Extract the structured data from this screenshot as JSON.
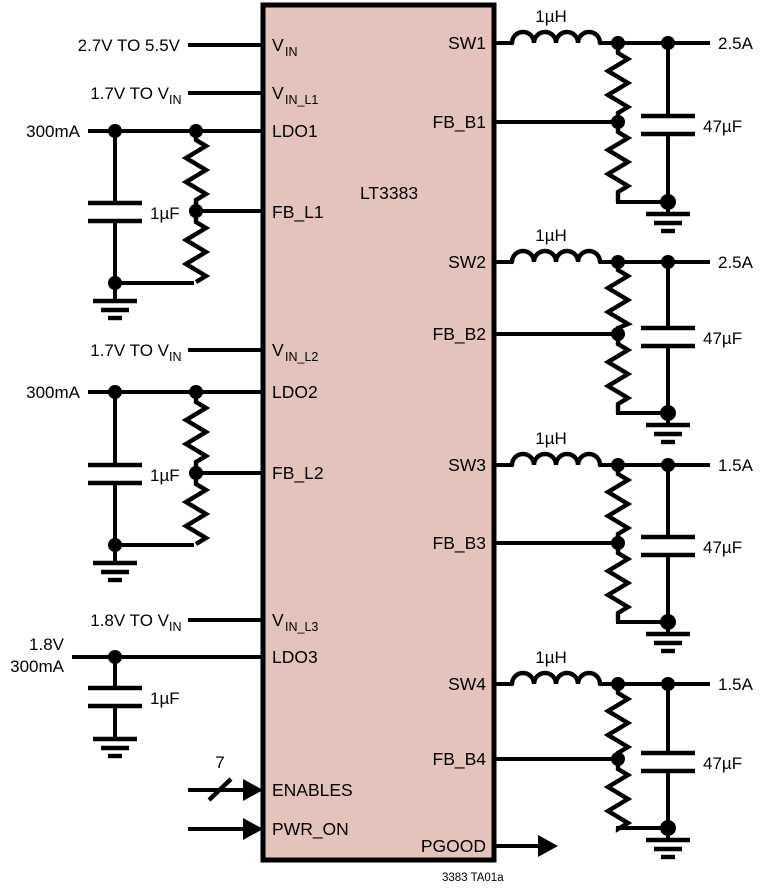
{
  "figure": {
    "caption": "3383 TA01a",
    "chip_label": "LT3383",
    "chip_fill": "#e3c3bb",
    "wire_color": "#000000",
    "background": "#ffffff"
  },
  "chip": {
    "left_pins": [
      {
        "id": "vin",
        "base": "V",
        "sub": "IN",
        "label": "VIN"
      },
      {
        "id": "vin_l1",
        "base": "V",
        "sub": "IN_L1",
        "label": "VIN_L1"
      },
      {
        "id": "ldo1",
        "base": "LDO1",
        "sub": "",
        "label": "LDO1"
      },
      {
        "id": "fb_l1",
        "base": "FB_L1",
        "sub": "",
        "label": "FB_L1"
      },
      {
        "id": "vin_l2",
        "base": "V",
        "sub": "IN_L2",
        "label": "VIN_L2"
      },
      {
        "id": "ldo2",
        "base": "LDO2",
        "sub": "",
        "label": "LDO2"
      },
      {
        "id": "fb_l2",
        "base": "FB_L2",
        "sub": "",
        "label": "FB_L2"
      },
      {
        "id": "vin_l3",
        "base": "V",
        "sub": "IN_L3",
        "label": "VIN_L3"
      },
      {
        "id": "ldo3",
        "base": "LDO3",
        "sub": "",
        "label": "LDO3"
      },
      {
        "id": "enables",
        "base": "ENABLES",
        "sub": "",
        "label": "ENABLES"
      },
      {
        "id": "pwr_on",
        "base": "PWR_ON",
        "sub": "",
        "label": "PWR_ON"
      }
    ],
    "right_pins": [
      {
        "id": "sw1",
        "label": "SW1"
      },
      {
        "id": "fb_b1",
        "label": "FB_B1"
      },
      {
        "id": "sw2",
        "label": "SW2"
      },
      {
        "id": "fb_b2",
        "label": "FB_B2"
      },
      {
        "id": "sw3",
        "label": "SW3"
      },
      {
        "id": "fb_b3",
        "label": "FB_B3"
      },
      {
        "id": "sw4",
        "label": "SW4"
      },
      {
        "id": "fb_b4",
        "label": "FB_B4"
      },
      {
        "id": "pgood",
        "label": "PGOOD"
      }
    ]
  },
  "inputs": {
    "vin_range": "2.7V TO 5.5V",
    "vin_l1_range_pre": "1.7V TO V",
    "vin_l1_range_sub": "IN",
    "vin_l2_range_pre": "1.7V TO V",
    "vin_l2_range_sub": "IN",
    "vin_l3_range_pre": "1.8V TO V",
    "vin_l3_range_sub": "IN",
    "enables_bus_width": "7"
  },
  "ldo_sections": [
    {
      "id": "ldo1",
      "current_label": "300mA",
      "cap_label": "1µF",
      "has_divider": true
    },
    {
      "id": "ldo2",
      "current_label": "300mA",
      "cap_label": "1µF",
      "has_divider": true
    },
    {
      "id": "ldo3",
      "voltage_label": "1.8V",
      "current_label": "300mA",
      "cap_label": "1µF",
      "has_divider": false
    }
  ],
  "buck_sections": [
    {
      "id": "buck1",
      "sw_pin": "SW1",
      "fb_pin": "FB_B1",
      "inductor_label": "1µH",
      "cap_label": "47µF",
      "output_label": "2.5A"
    },
    {
      "id": "buck2",
      "sw_pin": "SW2",
      "fb_pin": "FB_B2",
      "inductor_label": "1µH",
      "cap_label": "47µF",
      "output_label": "2.5A"
    },
    {
      "id": "buck3",
      "sw_pin": "SW3",
      "fb_pin": "FB_B3",
      "inductor_label": "1µH",
      "cap_label": "47µF",
      "output_label": "1.5A"
    },
    {
      "id": "buck4",
      "sw_pin": "SW4",
      "fb_pin": "FB_B4",
      "inductor_label": "1µH",
      "cap_label": "47µF",
      "output_label": "1.5A"
    }
  ]
}
